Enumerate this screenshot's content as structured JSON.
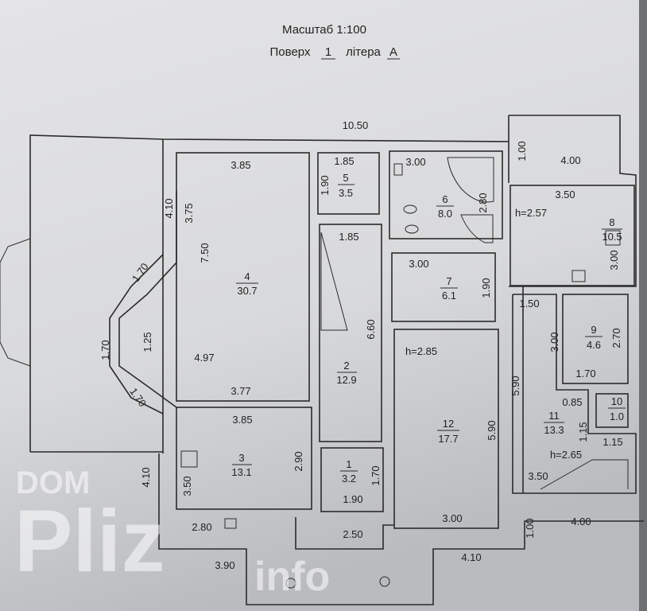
{
  "header": {
    "scale": "Масштаб 1:100",
    "floor_prefix": "Поверх",
    "floor": "1",
    "letter_prefix": "літера",
    "letter": "А"
  },
  "rooms": [
    {
      "num": "1",
      "area": "3.2"
    },
    {
      "num": "2",
      "area": "12.9"
    },
    {
      "num": "3",
      "area": "13.1"
    },
    {
      "num": "4",
      "area": "30.7"
    },
    {
      "num": "5",
      "area": "3.5"
    },
    {
      "num": "6",
      "area": "8.0"
    },
    {
      "num": "7",
      "area": "6.1"
    },
    {
      "num": "8",
      "area": "10.5"
    },
    {
      "num": "9",
      "area": "4.6"
    },
    {
      "num": "10",
      "area": "1.0"
    },
    {
      "num": "11",
      "area": "13.3"
    },
    {
      "num": "12",
      "area": "17.7"
    }
  ],
  "heights": [
    "h=2.57",
    "h=2.85",
    "h=2.65"
  ],
  "dims": [
    "10.50",
    "3.85",
    "1.85",
    "3.00",
    "1.00",
    "4.00",
    "4.10",
    "3.75",
    "1.90",
    "2.80",
    "3.50",
    "7.50",
    "1.85",
    "1.70",
    "3.00",
    "1.90",
    "3.00",
    "1.50",
    "6.60",
    "1.70",
    "1.25",
    "4.97",
    "3.00",
    "2.70",
    "1.70",
    "5.90",
    "3.77",
    "1.70",
    "0.85",
    "3.85",
    "5.90",
    "1.15",
    "1.15",
    "2.90",
    "1.70",
    "4.10",
    "3.50",
    "3.50",
    "1.90",
    "2.80",
    "3.00",
    "1.00",
    "4.00",
    "2.50",
    "4.10",
    "3.90"
  ],
  "watermark": {
    "top": "DOM",
    "main": "Pliz",
    "sub": "info"
  }
}
